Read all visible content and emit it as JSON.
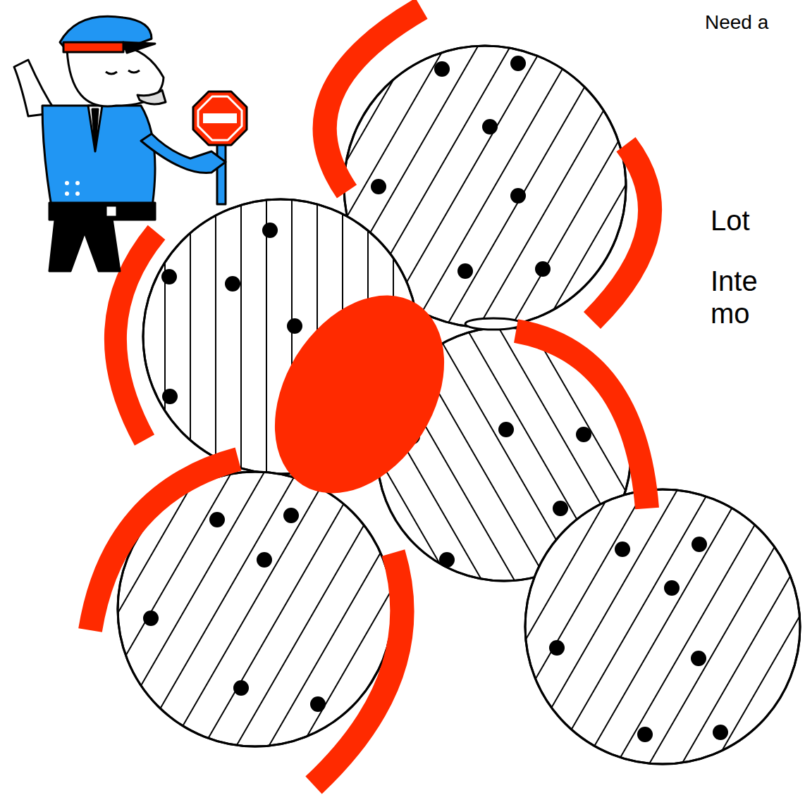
{
  "diagram": {
    "labels": [
      "Need a",
      "Lot",
      "Inte mo"
    ]
  }
}
